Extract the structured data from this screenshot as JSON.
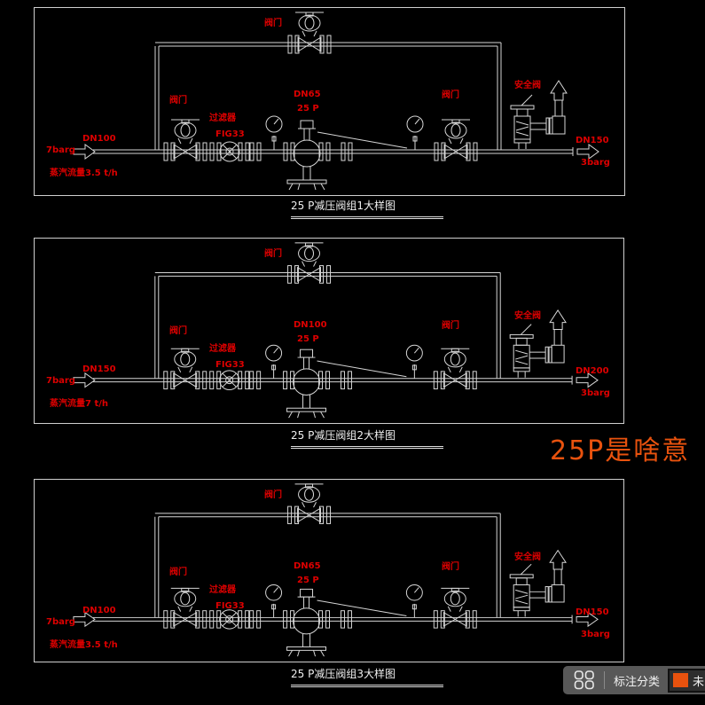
{
  "overlay": {
    "text": "25P是啥意",
    "color": "#e8520e"
  },
  "panels": [
    {
      "caption": "25 P减压阀组1大样图",
      "labels": {
        "bypass_valve": "阀门",
        "inlet_valve": "阀门",
        "strainer": "过滤器",
        "strainer_model": "FIG33",
        "prv_dn": "DN65",
        "prv_model": "25 P",
        "outlet_valve": "阀门",
        "safety_valve": "安全阀",
        "inlet_dn": "DN100",
        "inlet_pressure": "7barg",
        "flow": "蒸汽流量3.5 t/h",
        "outlet_dn": "DN150",
        "outlet_pressure": "3barg"
      }
    },
    {
      "caption": "25 P减压阀组2大样图",
      "labels": {
        "bypass_valve": "阀门",
        "inlet_valve": "阀门",
        "strainer": "过滤器",
        "strainer_model": "FIG33",
        "prv_dn": "DN100",
        "prv_model": "25 P",
        "outlet_valve": "阀门",
        "safety_valve": "安全阀",
        "inlet_dn": "DN150",
        "inlet_pressure": "7barg",
        "flow": "蒸汽流量7 t/h",
        "outlet_dn": "DN200",
        "outlet_pressure": "3barg"
      }
    },
    {
      "caption": "25 P减压阀组3大样图",
      "labels": {
        "bypass_valve": "阀门",
        "inlet_valve": "阀门",
        "strainer": "过滤器",
        "strainer_model": "FIG33",
        "prv_dn": "DN65",
        "prv_model": "25 P",
        "outlet_valve": "阀门",
        "safety_valve": "安全阀",
        "inlet_dn": "DN100",
        "inlet_pressure": "7barg",
        "flow": "蒸汽流量3.5 t/h",
        "outlet_dn": "DN150",
        "outlet_pressure": "3barg"
      }
    }
  ],
  "toolbar": {
    "icon": "grid-four-squares-icon",
    "category_label": "标注分类",
    "status_label": "未",
    "status_color": "#e8520e"
  },
  "colors": {
    "background": "#000000",
    "line_white": "#d6d6d6",
    "annotation_red": "#dd0000",
    "caption_white": "#efefef",
    "overlay_orange": "#e8520e",
    "toolbar_bg": "#585858"
  }
}
